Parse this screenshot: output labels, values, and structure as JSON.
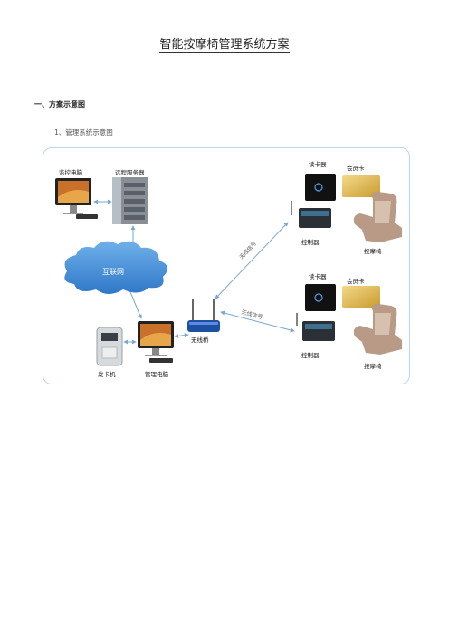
{
  "doc": {
    "title": "智能按摩椅管理系统方案",
    "section": "一、方案示意图",
    "subsection": "1、管理系统示意图"
  },
  "diagram": {
    "monitor_pc": "监控电脑",
    "remote_server": "远程服务器",
    "internet": "互联网",
    "card_issuer": "发卡机",
    "mgmt_pc": "管理电脑",
    "wireless_bridge": "无线桥",
    "signal_1": "无线信号",
    "signal_2": "无线信号",
    "group1": {
      "reader": "读卡器",
      "member_card": "会员卡",
      "controller": "控制器",
      "chair": "按摩椅"
    },
    "group2": {
      "reader": "读卡器",
      "member_card": "会员卡",
      "controller": "控制器",
      "chair": "按摩椅"
    }
  },
  "colors": {
    "frame": "#bcd6ea",
    "cloud": "#4a90d9",
    "arrow": "#7aa6cf"
  }
}
